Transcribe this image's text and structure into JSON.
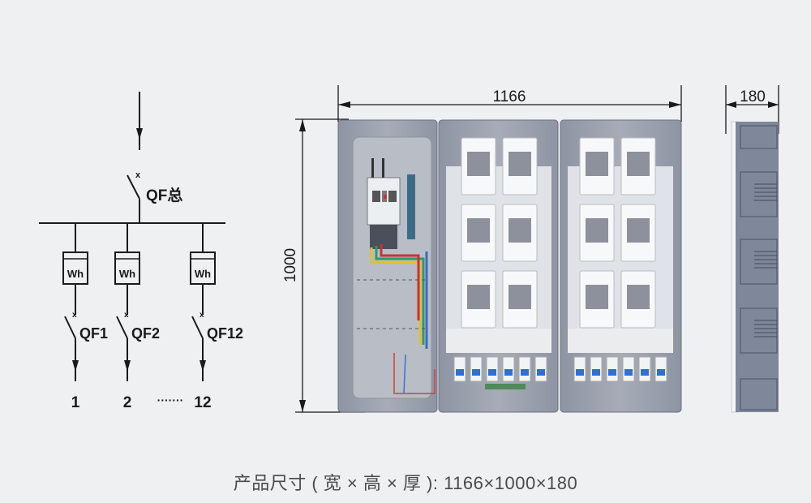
{
  "schematic": {
    "main_breaker_label": "QF总",
    "meter_label": "Wh",
    "branches": [
      {
        "breaker_label": "QF1",
        "output_label": "1"
      },
      {
        "breaker_label": "QF2",
        "output_label": "2"
      },
      {
        "breaker_label": "QF12",
        "output_label": "12"
      }
    ],
    "ellipsis": "·······"
  },
  "front_view": {
    "width_dimension": "1166",
    "height_dimension": "1000",
    "panels": 3,
    "meter_slots_per_panel": 6,
    "breakers_per_panel": 6
  },
  "side_view": {
    "depth_dimension": "180"
  },
  "caption": "产品尺寸 ( 宽 × 高 × 厚 ):  1166×1000×180",
  "colors": {
    "background": "#eef0f2",
    "line": "#1a1a1a",
    "enclosure_gray": "#8a909e",
    "side_blue_gray": "#7f879a",
    "breaker_blue": "#2f6fd0"
  }
}
